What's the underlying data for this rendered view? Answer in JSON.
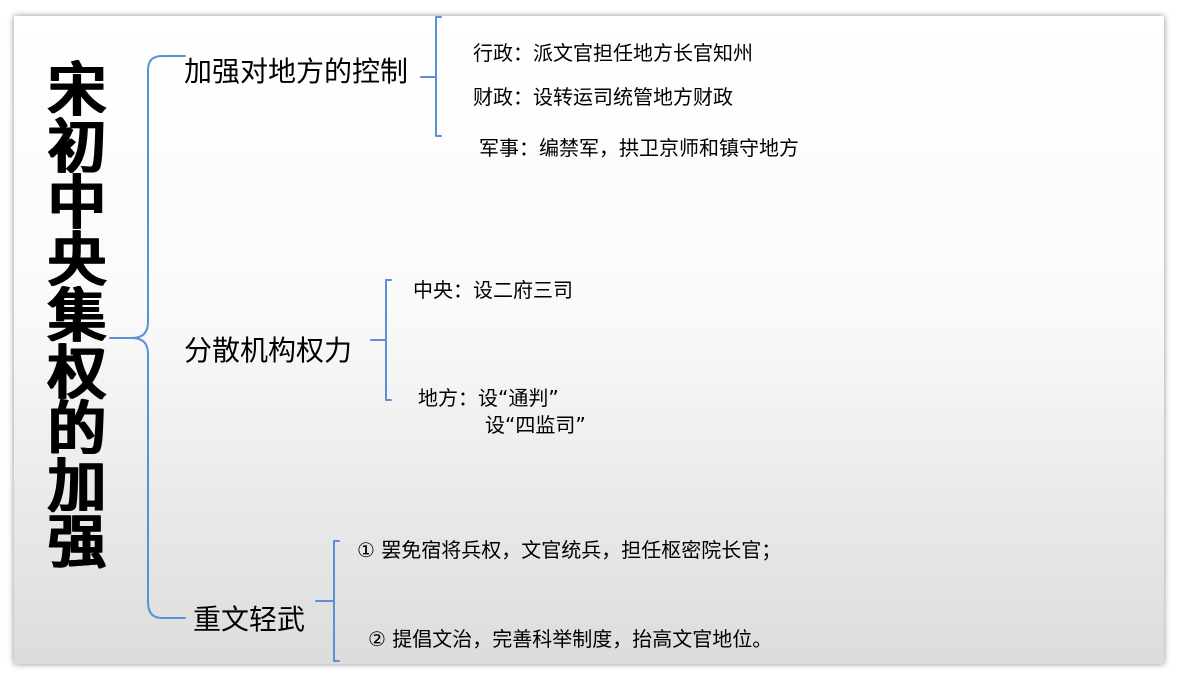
{
  "title": "宋初中央集权的加强",
  "branches": [
    {
      "label": "加强对地方的控制",
      "items": [
        "行政：派文官担任地方长官知州",
        "财政：设转运司统管地方财政",
        "军事：编禁军，拱卫京师和镇守地方"
      ]
    },
    {
      "label": "分散机构权力",
      "items": [
        "中央：设二府三司",
        "地方：设“通判”",
        "设“四监司”"
      ]
    },
    {
      "label": "重文轻武",
      "items": [
        "① 罢免宿将兵权，文官统兵，担任枢密院长官；",
        "② 提倡文治，完善科举制度，抬高文官地位。"
      ]
    }
  ],
  "colors": {
    "connector": "#5b8fd6",
    "text": "#000000"
  }
}
